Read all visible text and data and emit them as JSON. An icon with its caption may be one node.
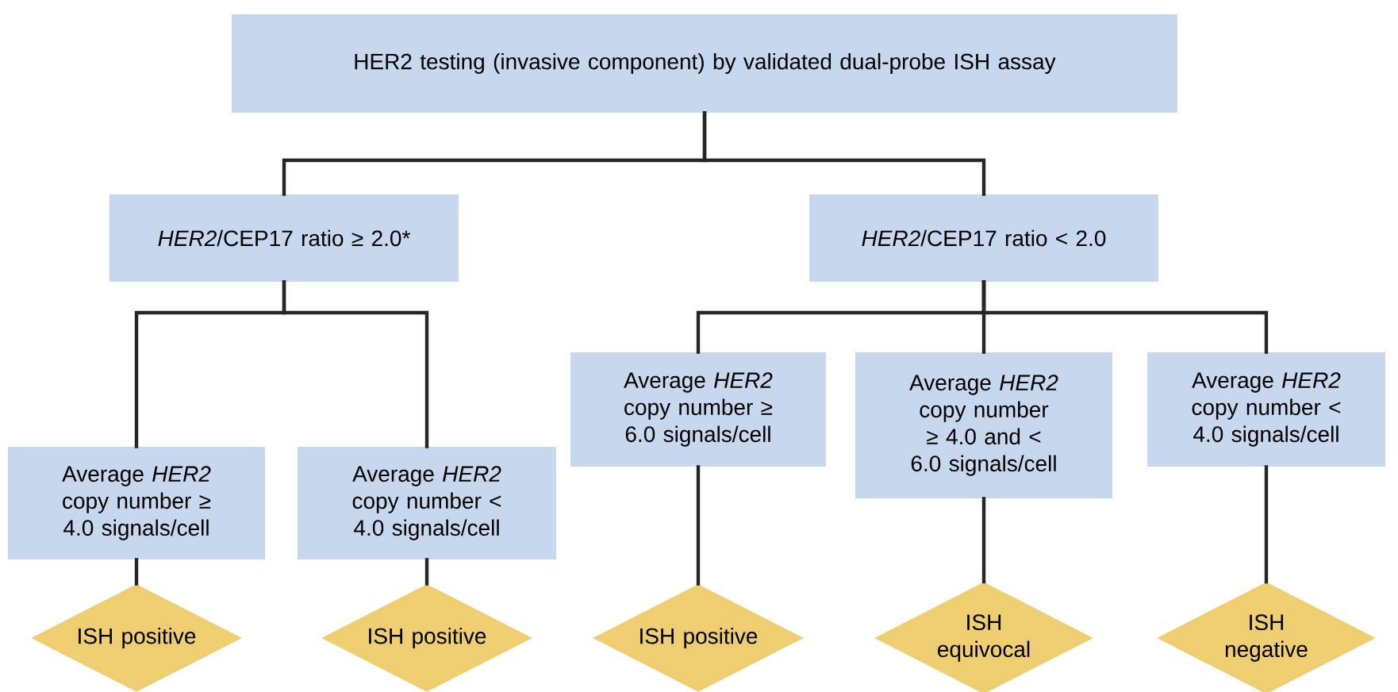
{
  "diagram": {
    "nodes": [
      {
        "text": [
          "HER2 testing (invasive component) by validated dual-probe ISH assay"
        ]
      },
      {
        "text": [
          "*HER2*/CEP17 ratio ≥ 2.0*"
        ]
      },
      {
        "text": [
          "*HER2*/CEP17 ratio < 2.0"
        ]
      },
      {
        "text": [
          "Average *HER2* copy number ≥ 4.0 signals/cell"
        ]
      },
      {
        "text": [
          "Average *HER2* copy number < 4.0 signals/cell"
        ]
      },
      {
        "text": [
          "Average *HER2* copy number ≥ 6.0 signals/cell"
        ]
      },
      {
        "text": [
          "Average *HER2* copy number ≥ 4.0 and < 6.0 signals/cell"
        ]
      },
      {
        "text": [
          "Average *HER2* copy number < 4.0 signals/cell"
        ]
      },
      {
        "text": [
          "ISH positive"
        ]
      },
      {
        "text": [
          "ISH positive"
        ]
      },
      {
        "text": [
          "ISH positive"
        ]
      },
      {
        "text": [
          "ISH equivocal"
        ]
      },
      {
        "text": [
          "ISH negative"
        ]
      }
    ],
    "edges": [
      {
        "from": 0,
        "to": 1,
        "arrow": "none"
      },
      {
        "from": 0,
        "to": 2,
        "arrow": "none"
      },
      {
        "from": 1,
        "to": 3,
        "arrow": "none"
      },
      {
        "from": 1,
        "to": 4,
        "arrow": "none"
      },
      {
        "from": 2,
        "to": 5,
        "arrow": "none"
      },
      {
        "from": 2,
        "to": 6,
        "arrow": "none"
      },
      {
        "from": 2,
        "to": 7,
        "arrow": "none"
      },
      {
        "from": 3,
        "to": 8,
        "arrow": "none"
      },
      {
        "from": 4,
        "to": 9,
        "arrow": "none"
      },
      {
        "from": 5,
        "to": 10,
        "arrow": "none"
      },
      {
        "from": 6,
        "to": 11,
        "arrow": "none"
      },
      {
        "from": 7,
        "to": 12,
        "arrow": "none"
      }
    ]
  }
}
